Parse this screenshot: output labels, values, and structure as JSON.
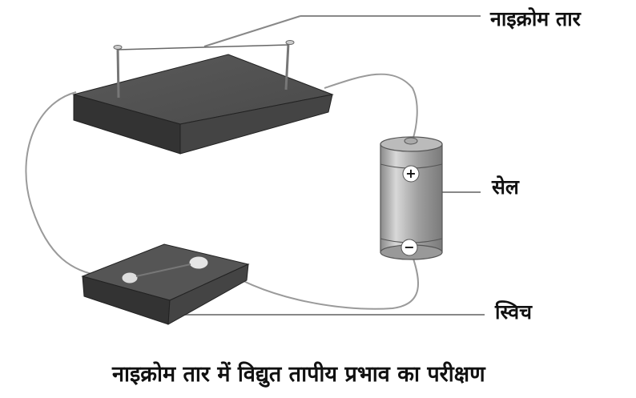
{
  "labels": {
    "nichrome_wire": "नाइक्रोम तार",
    "cell": "सेल",
    "switch": "स्विच"
  },
  "caption": "नाइक्रोम तार में विद्युत तापीय प्रभाव का परीक्षण",
  "cell_terminals": {
    "positive": "+",
    "negative": "−"
  },
  "colors": {
    "wood_dark": "#3e3e3e",
    "wood_top": "#555555",
    "wire": "#9a9a9a",
    "leader_line": "#888888",
    "cell_body": "#a8a8a8"
  }
}
